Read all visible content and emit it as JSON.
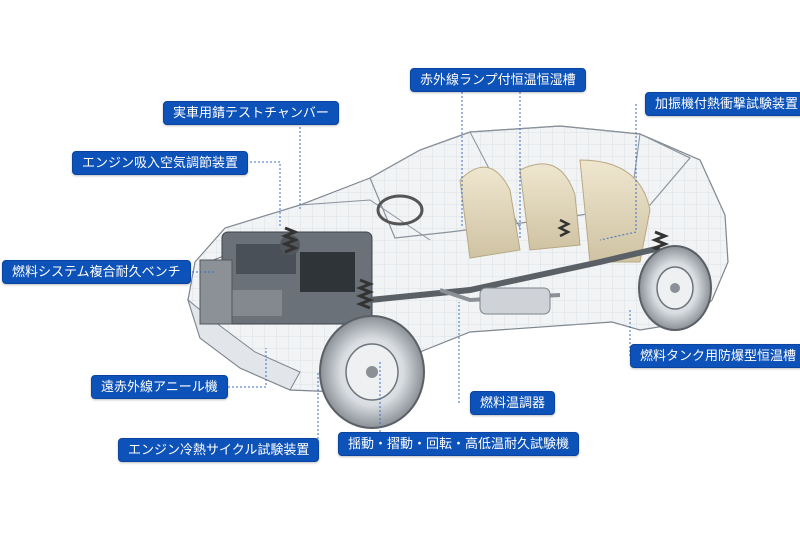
{
  "callouts": {
    "rust_chamber": "実車用錆テストチャンバー",
    "engine_intake": "エンジン吸入空気調節装置",
    "fuel_system": "燃料システム複合耐久ベンチ",
    "far_ir_anneal": "遠赤外線アニール機",
    "engine_thermal": "エンジン冷熱サイクル試験装置",
    "ir_lamp": "赤外線ランプ付恒温恒湿槽",
    "vibration": "加振機付熱衝撃試験装置",
    "fuel_tank": "燃料タンク用防爆型恒温槽",
    "fuel_temp": "燃料温調器",
    "durability": "揺動・摺動・回転・高低温耐久試験機"
  },
  "colors": {
    "callout_bg": "#0d52b8",
    "leader_line": "#3a6fc4",
    "car_wire": "#9aa3ad",
    "car_body": "#e9ecef"
  }
}
